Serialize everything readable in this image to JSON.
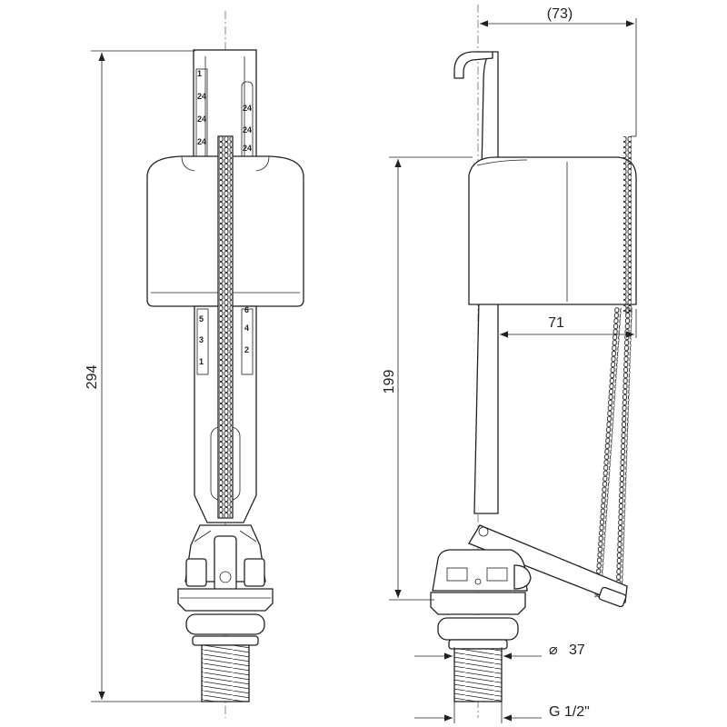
{
  "dimensions": {
    "overall_height": "294",
    "float_height": "199",
    "top_offset": "(73)",
    "float_offset": "71",
    "base_diameter": "37",
    "diameter_symbol": "⌀",
    "thread": "G 1/2\""
  },
  "scale_marks": {
    "left_upper": [
      "1",
      "24",
      "24",
      "24"
    ],
    "right_upper": [
      "24",
      "24",
      "24"
    ],
    "left_lower": [
      "5",
      "3",
      "1"
    ],
    "right_lower": [
      "6",
      "4",
      "2"
    ]
  }
}
